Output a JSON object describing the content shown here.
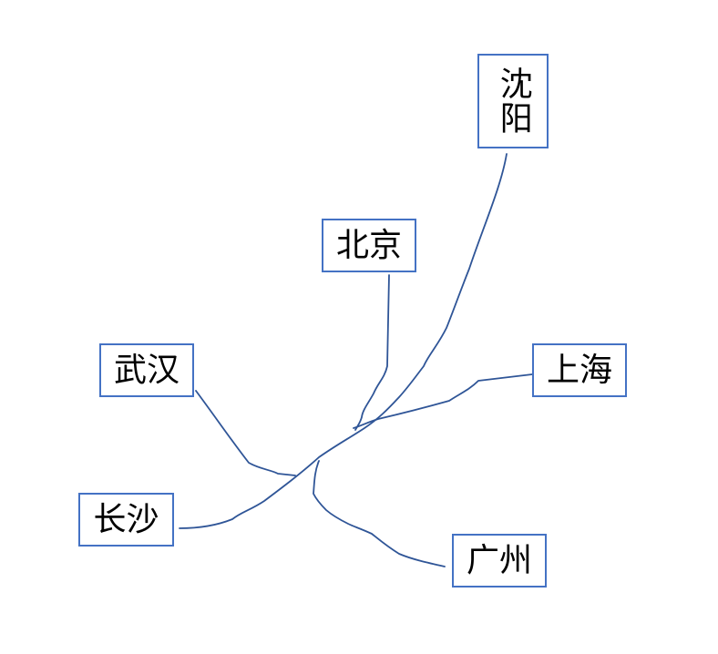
{
  "colors": {
    "box_border": "#4472C4",
    "connector": "#2F5597",
    "text": "#000000",
    "background": "#FFFFFF"
  },
  "nodes": {
    "shenyang": "沈阳",
    "beijing": "北京",
    "wuhan": "武汉",
    "shanghai": "上海",
    "changsha": "长沙",
    "guangzhou": "广州"
  },
  "connections": [
    {
      "from": "shenyang",
      "to": "changsha"
    },
    {
      "from": "beijing",
      "to": "changsha"
    },
    {
      "from": "wuhan",
      "to": "changsha"
    },
    {
      "from": "shanghai",
      "to": "changsha"
    },
    {
      "from": "guangzhou",
      "to": "changsha"
    }
  ]
}
